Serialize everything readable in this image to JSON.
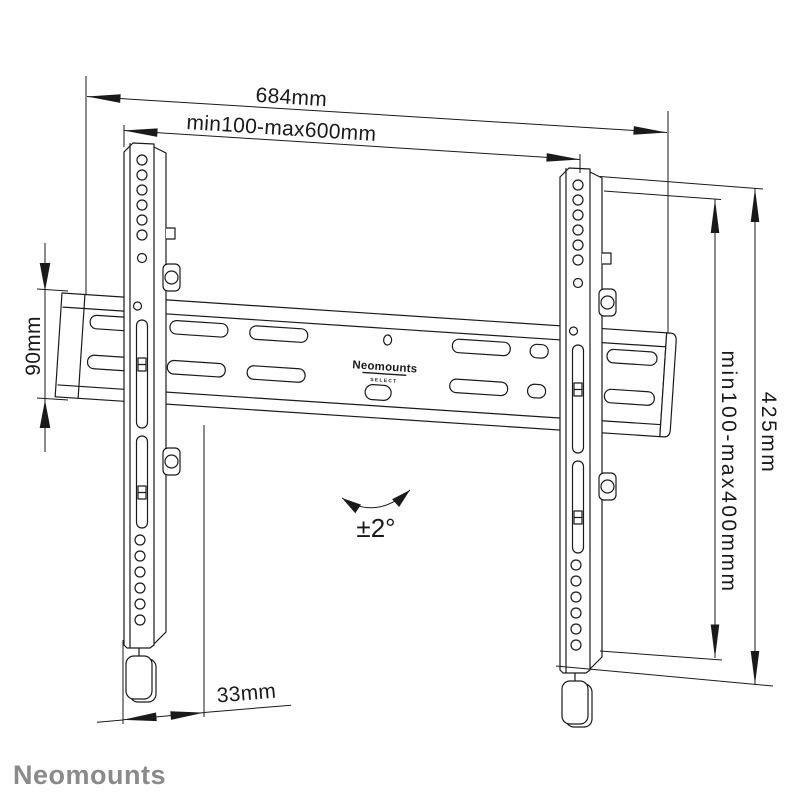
{
  "dimensions": {
    "total_width": "684mm",
    "mount_width_range": "min100-max600mm",
    "plate_height": "90mm",
    "mount_height_range": "min100-max400mmm",
    "bracket_height": "425mm",
    "bracket_depth": "33mm",
    "tilt_range": "±2°"
  },
  "plate_logo": {
    "brand": "Neomounts",
    "series": "SELECT"
  },
  "footer": {
    "brand": "Neomounts"
  },
  "colors": {
    "line": "#1a1a1a",
    "footer_text": "#8a8a8a",
    "background": "#ffffff"
  }
}
